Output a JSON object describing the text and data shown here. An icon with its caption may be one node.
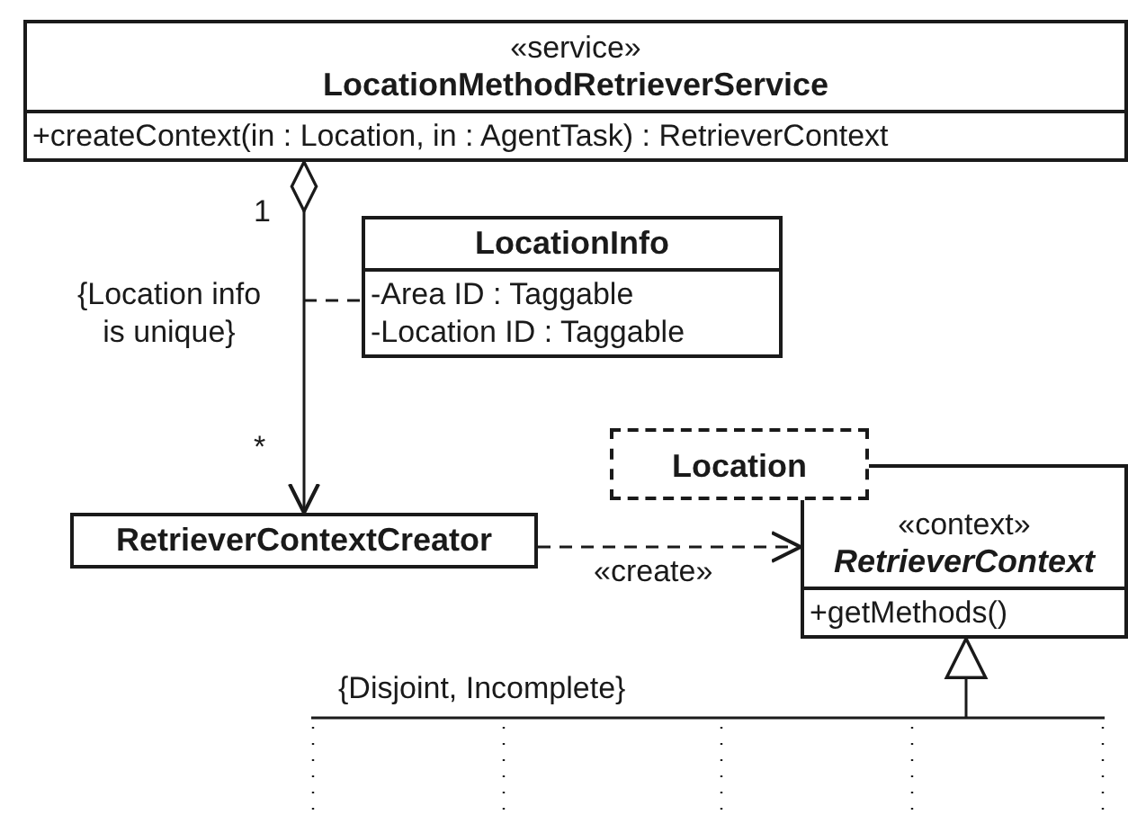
{
  "diagram": {
    "nodes": [
      {
        "text": [
          "«service»",
          "LocationMethodRetrieverService",
          "+createContext(in : Location, in : AgentTask) : RetrieverContext"
        ]
      },
      {
        "text": [
          "LocationInfo",
          "-Area ID : Taggable",
          "-Location ID : Taggable"
        ]
      },
      {
        "text": [
          "RetrieverContextCreator"
        ]
      },
      {
        "text": [
          "«context»",
          "RetrieverContext",
          "+getMethods()"
        ]
      },
      {
        "text": [
          "Location"
        ]
      }
    ],
    "edges": [
      {
        "from": 0,
        "to": 2,
        "arrow": "to"
      },
      {
        "from": null,
        "to": 1,
        "arrow": "none",
        "style": "dashed"
      },
      {
        "from": 2,
        "to": 3,
        "arrow": "to",
        "label": "«create»",
        "style": "dashed"
      },
      {
        "from": null,
        "to": 3,
        "arrow": "to"
      }
    ],
    "labels": [
      "1",
      "{Location info is unique}",
      "*",
      "{Disjoint, Incomplete}"
    ]
  }
}
